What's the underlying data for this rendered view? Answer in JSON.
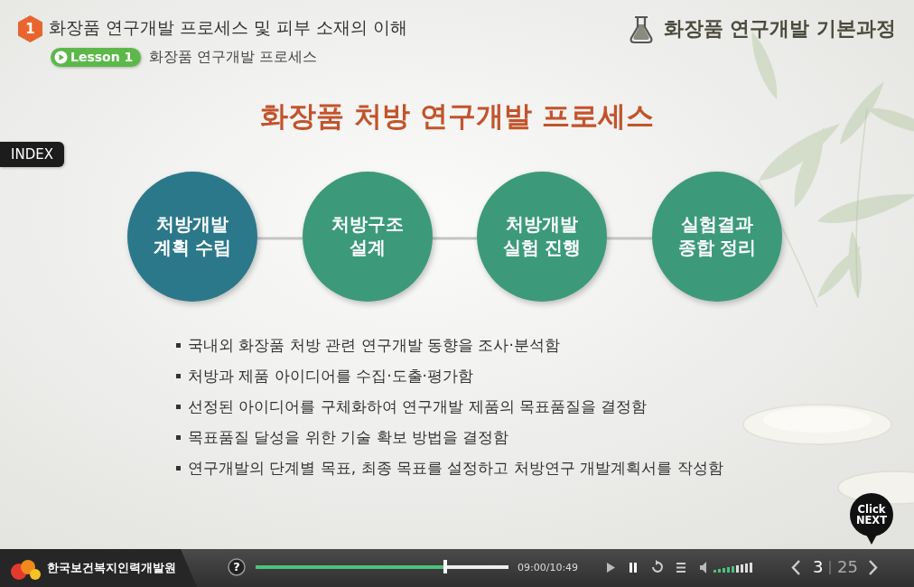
{
  "diagram": {
    "title": "화장품 처방 연구개발 프로세스",
    "nodes": [
      {
        "text": [
          "1"
        ]
      },
      {
        "text": [
          "Lesson 1"
        ]
      },
      {
        "text": [
          "INDEX"
        ]
      },
      {
        "text": [
          "처방개발 계획 수립"
        ]
      },
      {
        "text": [
          "처방구조 설계"
        ]
      },
      {
        "text": [
          "처방개발 실험 진행"
        ]
      },
      {
        "text": [
          "실험결과 종합 정리"
        ]
      },
      {
        "text": [
          "Click NEXT"
        ]
      },
      {
        "text": [
          "?"
        ]
      }
    ],
    "edges": [
      {
        "from": 3,
        "to": 4,
        "arrow": "none"
      },
      {
        "from": 4,
        "to": 5,
        "arrow": "none"
      },
      {
        "from": 5,
        "to": 6,
        "arrow": "none"
      }
    ],
    "labels": [
      "화장품 연구개발 프로세스 및 피부 소재의 이해",
      "화장품 연구개발 프로세스",
      "화장품 연구개발 기본과정",
      "국내외 화장품 처방 관련 연구개발 동향을 조사·분석함",
      "처방과 제품 아이디어를 수집·도출·평가함",
      "선정된 아이디어를 구체화하여 연구개발 제품의 목표품질을 결정함",
      "목표품질 달성을 위한 기술 확보 방법을 결정함",
      "연구개발의 단계별 목표, 최종 목표를 설정하고 처방연구 개발계획서를 작성함",
      "한국보건복지인력개발원",
      "09:00/10:49",
      "3",
      "25"
    ]
  }
}
